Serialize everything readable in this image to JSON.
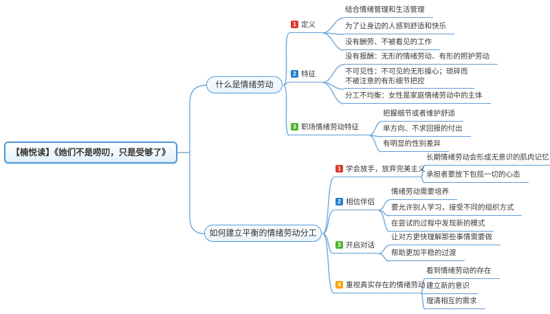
{
  "root": {
    "label": "【楠悦读】《她们不是唠叨，只是受够了》"
  },
  "colors": {
    "connector": "#76abdc",
    "node_border": "#4e97d8",
    "underline": "#5d9bd5",
    "badge_red": "#d9372b",
    "badge_blue": "#1f7fd1",
    "badge_green": "#50b332",
    "badge_orange": "#ffa40b"
  },
  "branches": [
    {
      "label": "什么是情绪劳动",
      "topics": [
        {
          "num": "1",
          "label": "定义",
          "badge_color": "#d9372b",
          "children": [
            "结合情绪管理和生活管理",
            "为了让身边的人感到舒适和快乐",
            "没有酬劳、不被看见的工作"
          ]
        },
        {
          "num": "2",
          "label": "特征",
          "badge_color": "#1f7fd1",
          "children": [
            "没有报酬：无形的情绪劳动、有形的照护劳动",
            "不可见性：不可见的无形操心；琐碎而不被注意的有形细节把控",
            "分工不均衡：女性是家庭情绪劳动中的主体"
          ]
        },
        {
          "num": "3",
          "label": "职场情绪劳动特征",
          "badge_color": "#50b332",
          "children": [
            "把握细节或者维护舒适",
            "单方向、不求回报的付出",
            "有明显的性别差异"
          ]
        }
      ]
    },
    {
      "label": "如何建立平衡的情绪劳动分工",
      "topics": [
        {
          "num": "1",
          "label": "学会放手，放弃完美主义",
          "badge_color": "#d9372b",
          "children": [
            "长期情绪劳动会形成无意识的肌肉记忆",
            "承担者要放下包揽一切的心态"
          ]
        },
        {
          "num": "2",
          "label": "相信伴侣",
          "badge_color": "#1f7fd1",
          "children": [
            "情绪劳动需要培养",
            "要允许别人学习，接受不同的组织方式",
            "在尝试的过程中发现新的模式"
          ]
        },
        {
          "num": "3",
          "label": "开启对话",
          "badge_color": "#50b332",
          "children": [
            "让对方更快理解那些事情需要做",
            "帮助更加平稳的过渡"
          ]
        },
        {
          "num": "4",
          "label": "重视真实存在的情绪劳动",
          "badge_color": "#ffa40b",
          "children": [
            "看到情绪劳动的存在",
            "建立新的意识",
            "理清相互的需求"
          ]
        }
      ]
    }
  ]
}
